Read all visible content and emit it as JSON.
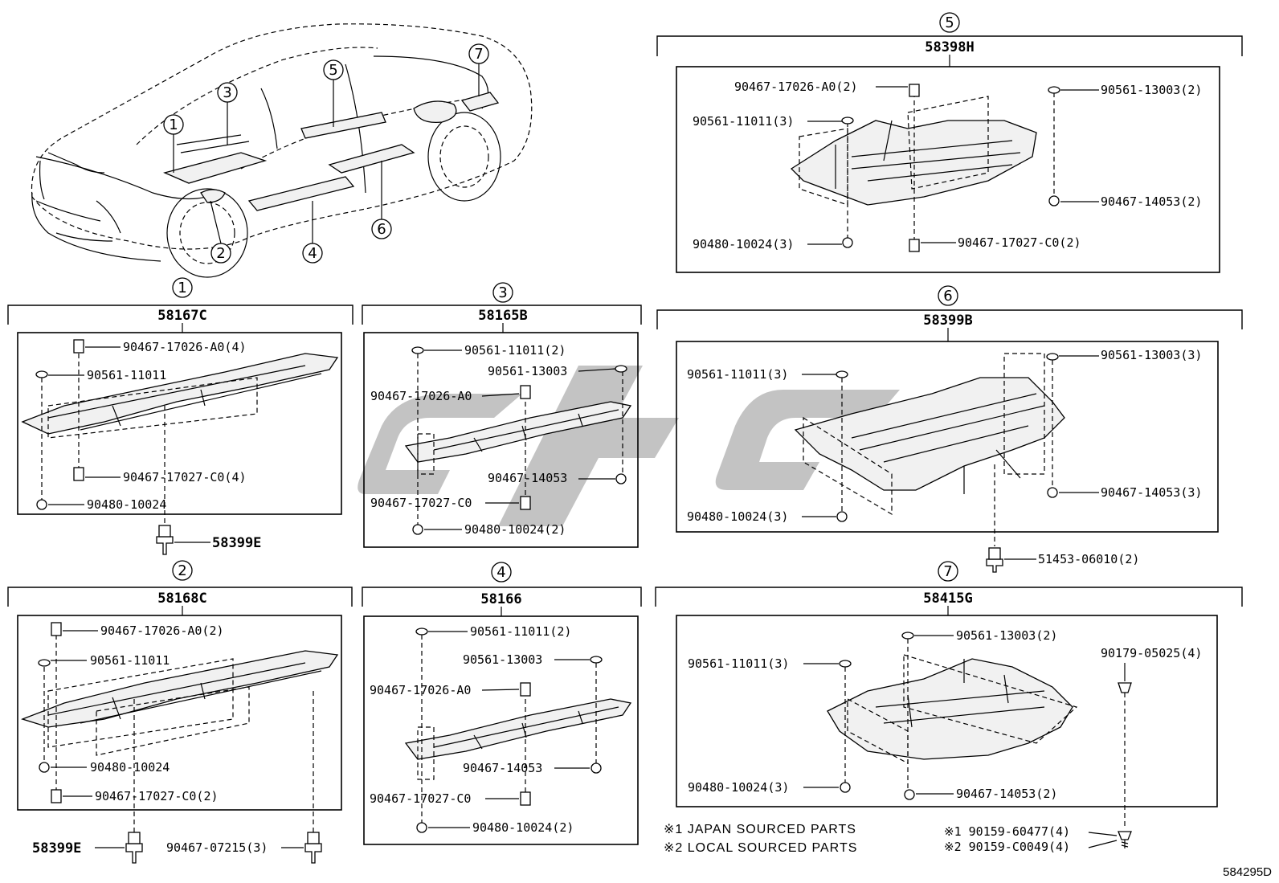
{
  "diagram": {
    "doc_ref": "584295D",
    "notes": [
      "※1 JAPAN SOURCED PARTS",
      "※2 LOCAL SOURCED PARTS"
    ],
    "overview_callouts": [
      "1",
      "2",
      "3",
      "4",
      "5",
      "6",
      "7"
    ],
    "sections": [
      {
        "index": "1",
        "code": "58167C",
        "labels": [
          "90467-17026-A0(4)",
          "90561-11011",
          "90467-17027-C0(4)",
          "90480-10024"
        ],
        "outside": [
          "58399E"
        ]
      },
      {
        "index": "2",
        "code": "58168C",
        "labels": [
          "90467-17026-A0(2)",
          "90561-11011",
          "90480-10024",
          "90467-17027-C0(2)"
        ],
        "outside": [
          "58399E",
          "90467-07215(3)"
        ]
      },
      {
        "index": "3",
        "code": "58165B",
        "labels": [
          "90561-11011(2)",
          "90561-13003",
          "90467-17026-A0",
          "90467-14053",
          "90467-17027-C0",
          "90480-10024(2)"
        ],
        "outside": []
      },
      {
        "index": "4",
        "code": "58166",
        "labels": [
          "90561-11011(2)",
          "90561-13003",
          "90467-17026-A0",
          "90467-14053",
          "90467-17027-C0",
          "90480-10024(2)"
        ],
        "outside": []
      },
      {
        "index": "5",
        "code": "58398H",
        "labels": [
          "90467-17026-A0(2)",
          "90561-13003(2)",
          "90561-11011(3)",
          "90467-14053(2)",
          "90480-10024(3)",
          "90467-17027-C0(2)"
        ],
        "outside": []
      },
      {
        "index": "6",
        "code": "58399B",
        "labels": [
          "90561-11011(3)",
          "90561-13003(3)",
          "90480-10024(3)",
          "90467-14053(3)"
        ],
        "outside": [
          "51453-06010(2)"
        ]
      },
      {
        "index": "7",
        "code": "58415G",
        "labels": [
          "90561-13003(2)",
          "90179-05025(4)",
          "90561-11011(3)",
          "90480-10024(3)",
          "90467-14053(2)"
        ],
        "outside": [
          "※1 90159-60477(4)",
          "※2 90159-C0049(4)"
        ]
      }
    ]
  }
}
